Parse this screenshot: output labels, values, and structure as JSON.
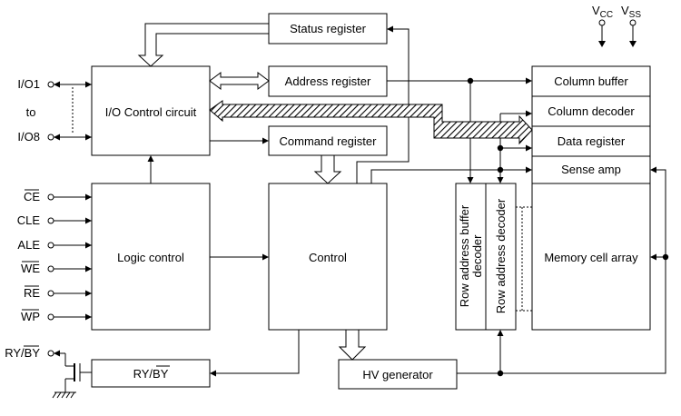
{
  "blocks": {
    "status_register": "Status register",
    "address_register": "Address register",
    "command_register": "Command register",
    "io_control": "I/O Control circuit",
    "logic_control": "Logic control",
    "control": "Control",
    "ry_by": "RY/BY",
    "hv_generator": "HV generator",
    "column_buffer": "Column buffer",
    "column_decoder": "Column decoder",
    "data_register": "Data register",
    "sense_amp": "Sense amp",
    "memory_cell_array": "Memory cell array",
    "row_address_buffer_decoder_line1": "Row address buffer",
    "row_address_buffer_decoder_line2": "decoder",
    "row_address_decoder": "Row address decoder"
  },
  "pins": {
    "io1": "I/O1",
    "to": "to",
    "io8": "I/O8",
    "ce": "CE",
    "cle": "CLE",
    "ale": "ALE",
    "we": "WE",
    "re": "RE",
    "wp": "WP",
    "ry_by": "RY/BY"
  },
  "supply": {
    "vcc_main": "V",
    "vcc_sub": "CC",
    "vss_main": "V",
    "vss_sub": "SS"
  }
}
